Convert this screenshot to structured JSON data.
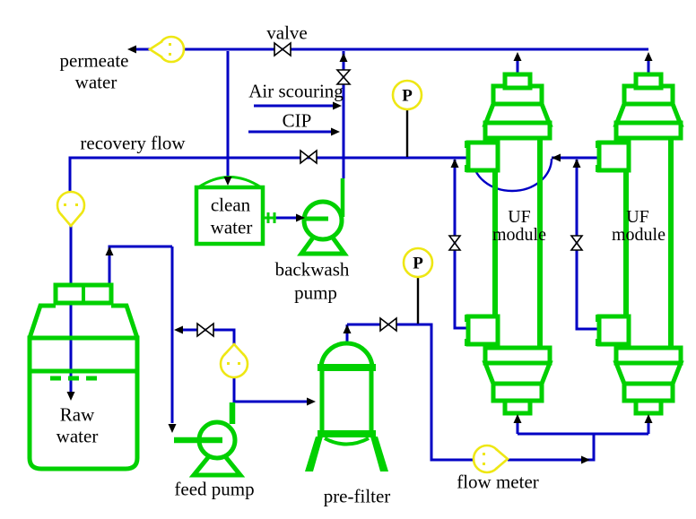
{
  "colors": {
    "line-blue": "#0000c4",
    "equip-green": "#00d000",
    "meter-yellow": "#eee714",
    "ink-black": "#000000",
    "bg": "#ffffff"
  },
  "labels": {
    "permeate_water": [
      "permeate",
      "water"
    ],
    "valve": "valve",
    "air_scouring": "Air scouring",
    "cip": "CIP",
    "recovery_flow": "recovery flow",
    "clean_water": [
      "clean",
      "water"
    ],
    "backwash_pump": [
      "backwash",
      "pump"
    ],
    "raw_water": [
      "Raw",
      "water"
    ],
    "feed_pump": "feed pump",
    "pre_filter": "pre-filter",
    "flow_meter": "flow meter",
    "uf_module_left": [
      "UF",
      "module"
    ],
    "uf_module_right": [
      "UF",
      "module"
    ],
    "pressure_gauge_1": "P",
    "pressure_gauge_2": "P"
  },
  "symbols": {
    "flow-meter-icon": "yellow circle with directional cone and two dots",
    "pressure-gauge-icon": "yellow circle labeled P on a stem",
    "valve-icon": "black bowtie (two triangles)",
    "pump-icon": "green circle on triangular base",
    "line-jump-icon": "semicircular arc where pipes cross"
  }
}
